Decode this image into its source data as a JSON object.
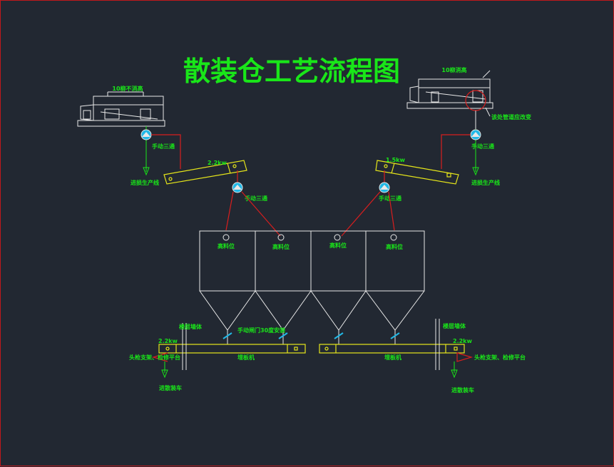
{
  "title": "散装仓工艺流程图",
  "labels": {
    "top_left_machine": "10柳不消高",
    "top_right_machine": "10柳消高",
    "top_right_note": "该处管道应改变",
    "valve_manual": "手动三通",
    "to_production": "进损生产线",
    "motor_power": "2.2kw",
    "motor_power_right": "1.5kw",
    "high_level": "高料位",
    "gate_note": "手动闸门30度安装",
    "wall_left": "楼层墙体",
    "wall_right": "楼层墙体",
    "conveyor": "埋板机",
    "support_left": "头枪支架、检修平台",
    "support_right": "头枪支架、检修平台",
    "to_truck": "进散装车",
    "conveyor_power": "2.2kw"
  },
  "colors": {
    "background": "#222832",
    "label": "#19e619",
    "equipment": "#e6e61a",
    "pipe": "#d81e1e",
    "outline": "#e8e8e8",
    "valve": "#22b8e6"
  }
}
